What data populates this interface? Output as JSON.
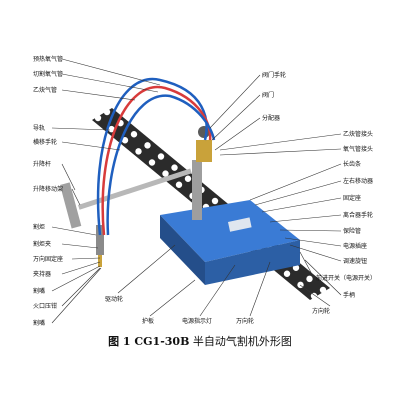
{
  "caption": {
    "figure_label": "图 1 CG1-30B",
    "title": "半自动气割机外形图"
  },
  "labels_left": [
    "预热氧气管",
    "切割氧气管",
    "乙炔气管",
    "导轨",
    "横移手轮",
    "升降杆",
    "升降移动架",
    "割炬",
    "割炬夹",
    "万向固定座",
    "夹持器",
    "割嘴",
    "火口压钳",
    "割嘴"
  ],
  "labels_right": [
    "阀门手轮",
    "阀门",
    "分配器",
    "乙炔管接头",
    "氧气管接头",
    "长齿条",
    "左右移动器",
    "固定座",
    "离合器手轮",
    "保险管",
    "电源插座",
    "调速旋钮",
    "前进开关（电源开关）",
    "手柄"
  ],
  "labels_bottom": [
    "驱动轮",
    "护板",
    "电源指示灯",
    "万向轮",
    "方向轮"
  ],
  "colors": {
    "track": "#2b2b2b",
    "machine_blue": "#3a7bd5",
    "hose_blue": "#1f5fbf",
    "hose_red": "#d83b3b",
    "leader": "#333333"
  }
}
